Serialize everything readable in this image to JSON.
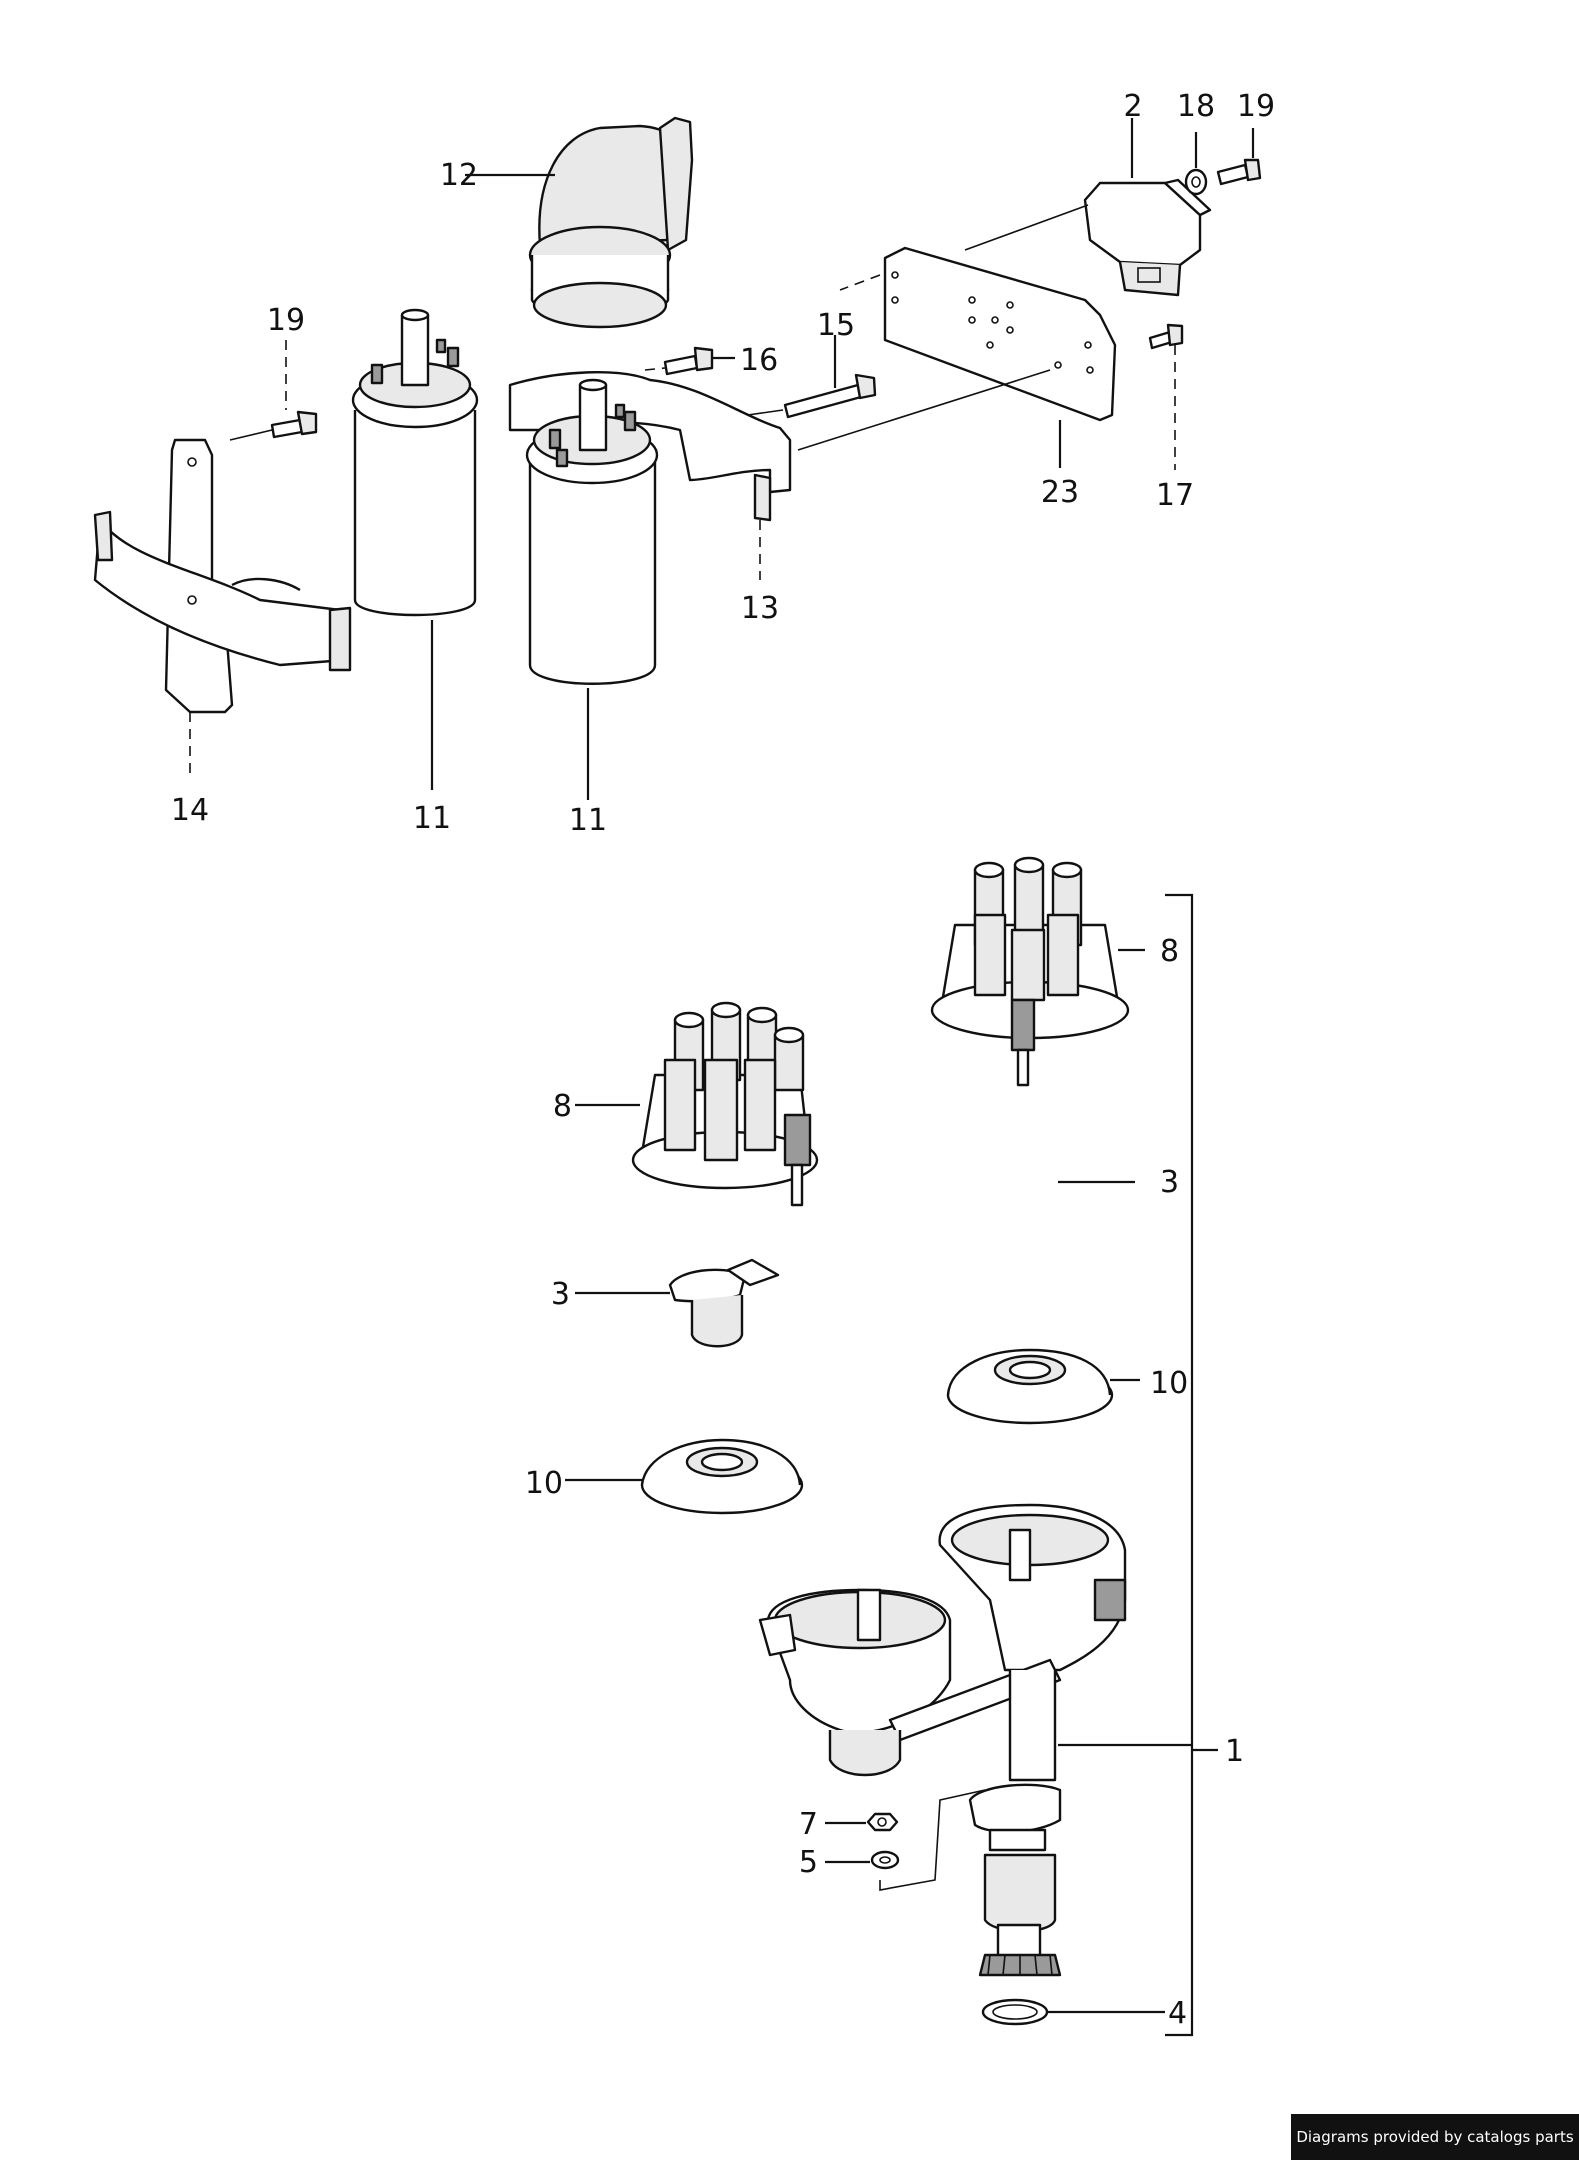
{
  "callouts": {
    "c1": "1",
    "c2": "2",
    "c3a": "3",
    "c3b": "3",
    "c4": "4",
    "c5": "5",
    "c7": "7",
    "c8a": "8",
    "c8b": "8",
    "c10a": "10",
    "c10b": "10",
    "c11a": "11",
    "c11b": "11",
    "c12": "12",
    "c13": "13",
    "c14": "14",
    "c15": "15",
    "c16": "16",
    "c17": "17",
    "c18": "18",
    "c19a": "19",
    "c19b": "19",
    "c23": "23"
  },
  "credit": "Diagrams provided by catalogs parts"
}
